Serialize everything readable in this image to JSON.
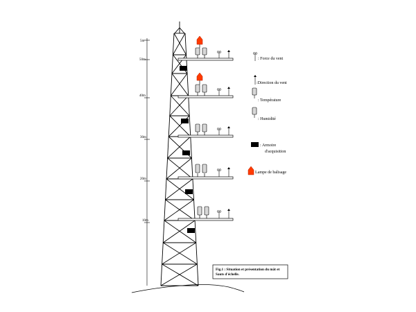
{
  "figure": {
    "height_marks": [
      "5m",
      "50m",
      "40m",
      "30m",
      "20m",
      "10m"
    ],
    "legend": [
      {
        "icon": "anemometer-icon",
        "label": ": Force du vent",
        "line2": ""
      },
      {
        "icon": "wind-vane-icon",
        "label": ":Direction du vent",
        "line2": ""
      },
      {
        "icon": "temperature-sensor-icon",
        "label": ": Température",
        "line2": ""
      },
      {
        "icon": "humidity-sensor-icon",
        "label": ": Humidité",
        "line2": ""
      },
      {
        "icon": "acquisition-box-icon",
        "label": ": Armoire",
        "line2": "d'acquisition"
      },
      {
        "icon": "beacon-lamp-icon",
        "label": "Lampe de balisage",
        "line2": ""
      }
    ],
    "caption": {
      "line1": "Fig.1 : Situation et présentation du mât et",
      "line2": "Sauts d'échelle."
    },
    "colors": {
      "line": "#000000",
      "beacon": "#ff3b00",
      "sensor_fill": "#d8d8d8",
      "box": "#000000"
    }
  }
}
